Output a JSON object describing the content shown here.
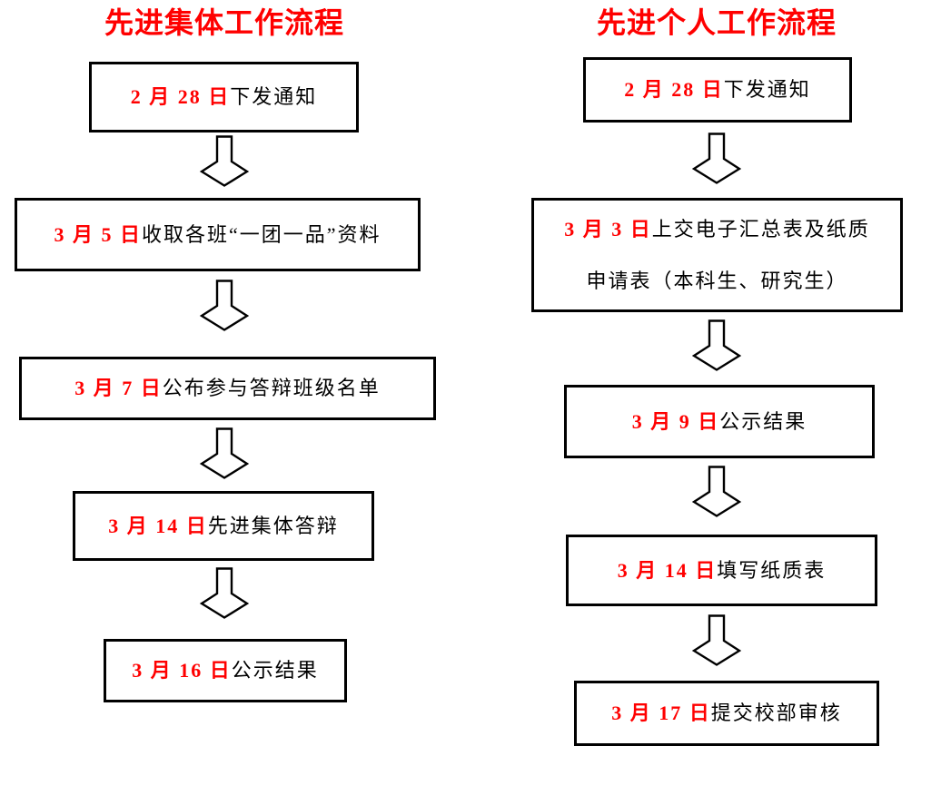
{
  "accent_color": "#ff0000",
  "line_color": "#000000",
  "left_flow": {
    "title": "先进集体工作流程",
    "steps": [
      {
        "date": "2 月 28 日",
        "text": "下发通知"
      },
      {
        "date": "3 月 5 日",
        "text": "收取各班“一团一品”资料"
      },
      {
        "date": "3 月 7 日",
        "text": "公布参与答辩班级名单"
      },
      {
        "date": "3 月 14 日",
        "text": "先进集体答辩"
      },
      {
        "date": "3 月 16 日",
        "text": "公示结果"
      }
    ]
  },
  "right_flow": {
    "title": "先进个人工作流程",
    "steps": [
      {
        "date": "2 月 28 日",
        "text": "下发通知"
      },
      {
        "date": "3 月 3 日",
        "text": "上交电子汇总表及纸质",
        "text2": "申请表（本科生、研究生）"
      },
      {
        "date": "3 月 9 日",
        "text": "公示结果"
      },
      {
        "date": "3 月 14 日",
        "text": "填写纸质表"
      },
      {
        "date": "3 月 17 日",
        "text": "提交校部审核"
      }
    ]
  }
}
